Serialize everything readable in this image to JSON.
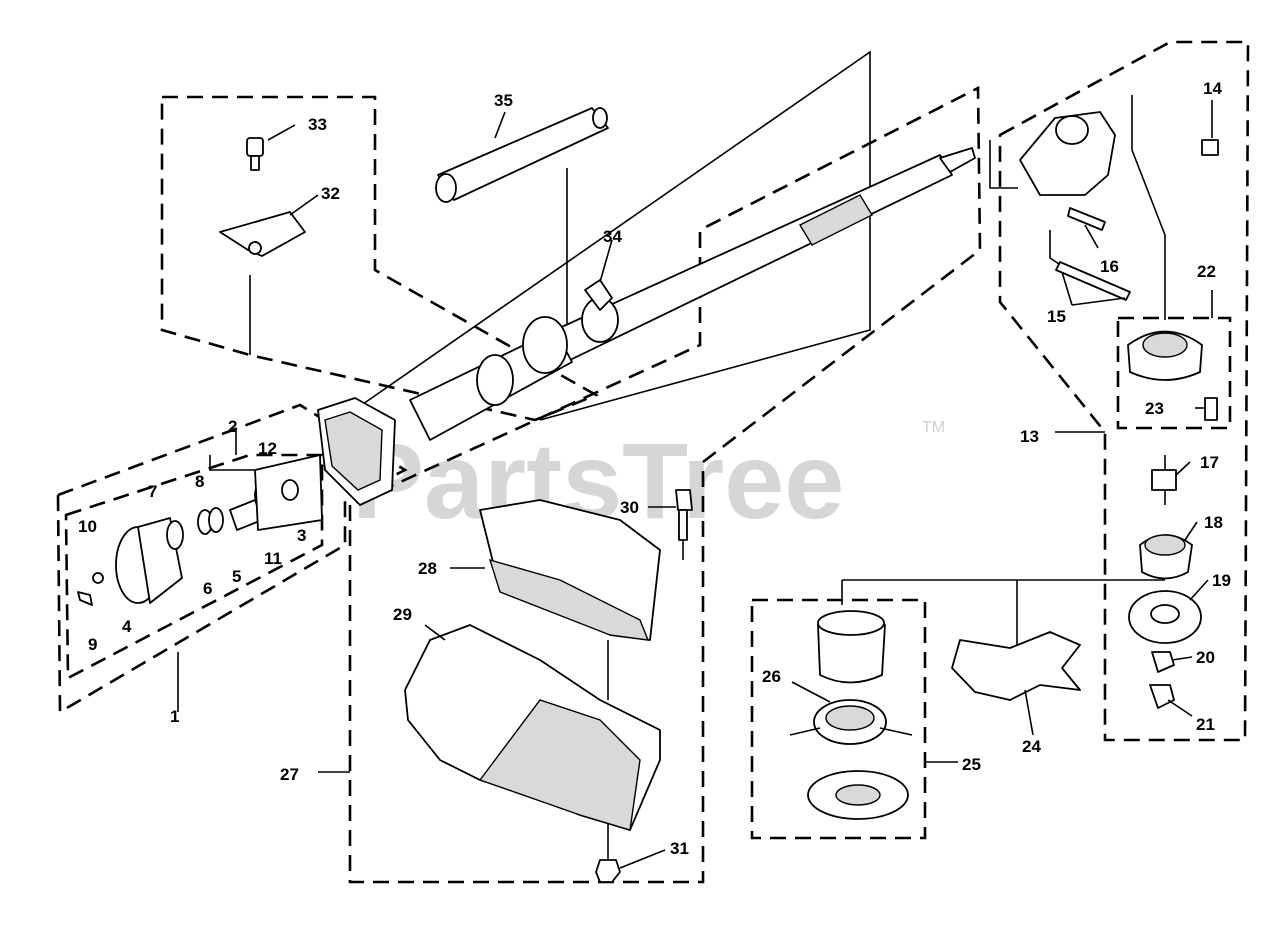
{
  "watermark": {
    "text": "PartsTree",
    "mark": "TM"
  },
  "callouts": [
    "1",
    "2",
    "3",
    "4",
    "5",
    "6",
    "7",
    "8",
    "9",
    "10",
    "11",
    "12",
    "13",
    "14",
    "15",
    "16",
    "17",
    "18",
    "19",
    "20",
    "21",
    "22",
    "23",
    "24",
    "25",
    "26",
    "27",
    "28",
    "29",
    "30",
    "31",
    "32",
    "33",
    "34",
    "35"
  ]
}
